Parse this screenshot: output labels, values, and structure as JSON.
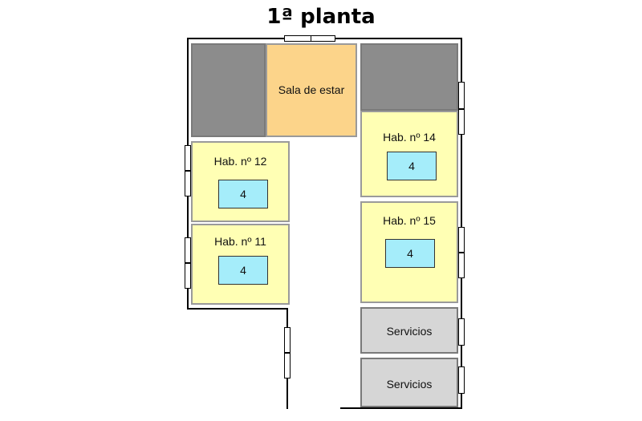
{
  "title": "1ª planta",
  "rooms": {
    "sala": "Sala de estar",
    "hab12": {
      "label": "Hab. nº 12",
      "beds": "4"
    },
    "hab11": {
      "label": "Hab. nº 11",
      "beds": "4"
    },
    "hab14": {
      "label": "Hab. nº 14",
      "beds": "4"
    },
    "hab15": {
      "label": "Hab. nº 15",
      "beds": "4"
    },
    "servicios1": "Servicios",
    "servicios2": "Servicios"
  },
  "colors": {
    "bedroom": "#ffffb4",
    "living": "#fcd48a",
    "dark_block": "#8c8c8c",
    "services": "#d6d6d6",
    "bed": "#a5edfa"
  }
}
